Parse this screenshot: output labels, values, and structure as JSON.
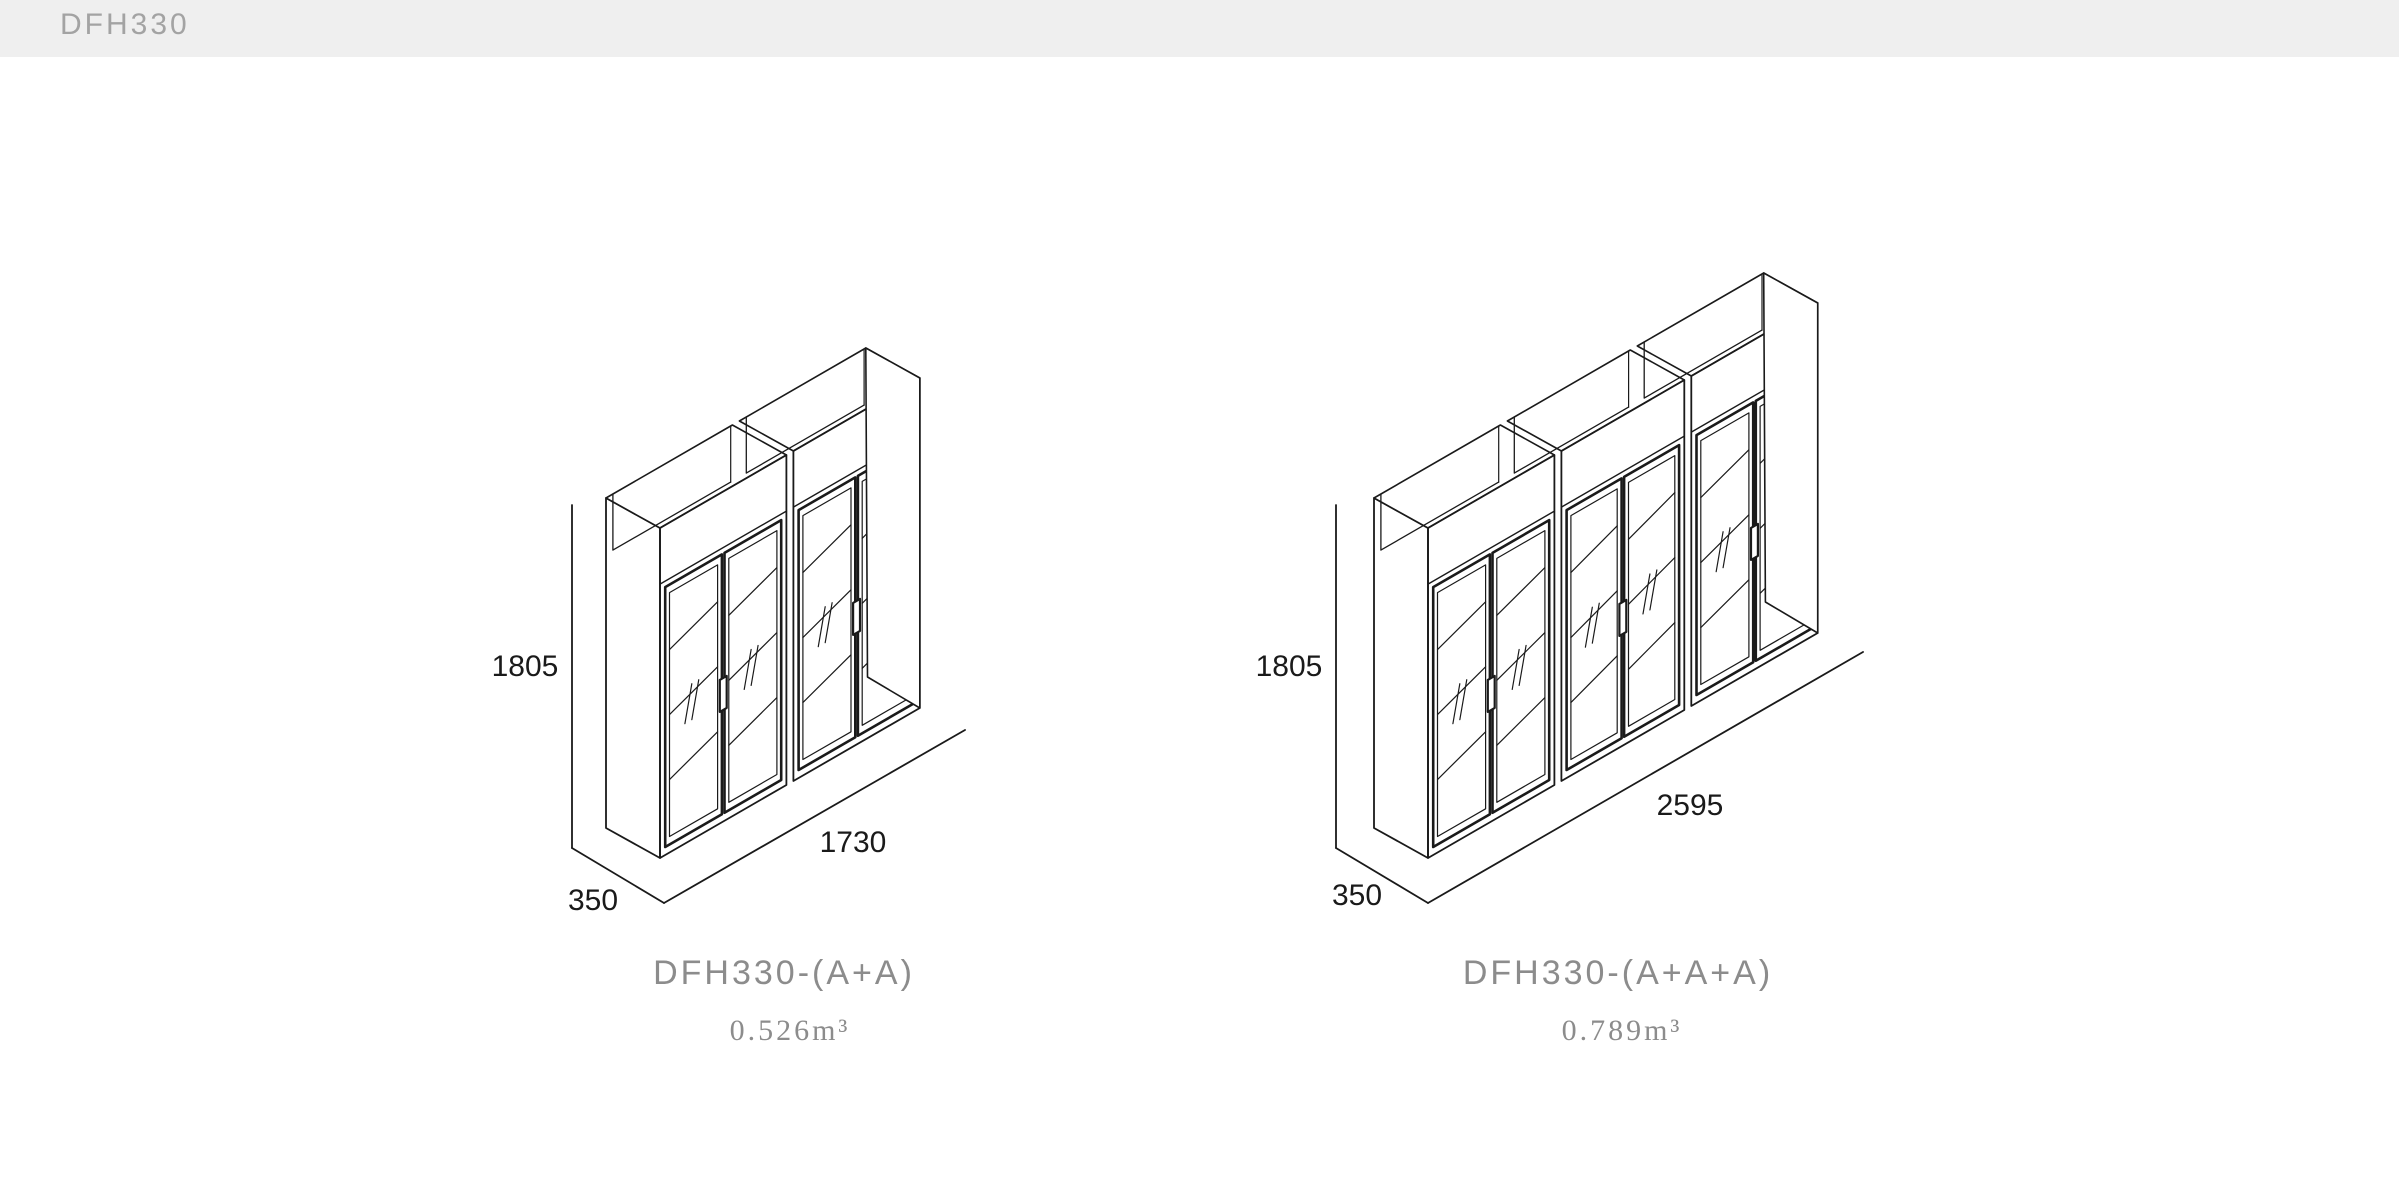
{
  "header": {
    "title": "DFH330"
  },
  "products": [
    {
      "model": "DFH330-(A+A)",
      "volume": "0.526m³",
      "height_label": "1805",
      "depth_label": "350",
      "width_label": "1730",
      "modules": 2
    },
    {
      "model": "DFH330-(A+A+A)",
      "volume": "0.789m³",
      "height_label": "1805",
      "depth_label": "350",
      "width_label": "2595",
      "modules": 3
    }
  ],
  "colors": {
    "header_bar": "#efefef",
    "header_text": "#a3a3a3",
    "caption_text": "#8c8c8c",
    "line": "#1a1a1a"
  }
}
